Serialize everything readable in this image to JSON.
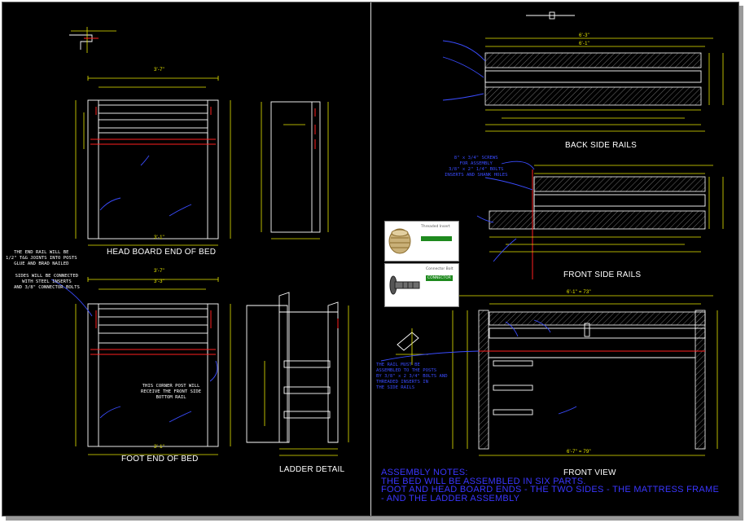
{
  "left_pane": {
    "head_board_caption": "HEAD BOARD END OF BED",
    "foot_end_caption": "FOOT END OF BED",
    "ladder_caption": "LADDER DETAIL",
    "note_end_rail": "THE END RAIL WILL BE\n1/2\" T&G JOINTS INTO POSTS\nGLUE AND BRAD NAILED",
    "note_sides": "SIDES WILL BE CONNECTED\nWITH STEEL INSERTS\nAND 3/8\" CONNECTOR BOLTS",
    "note_corner_post": "THIS CORNER POST WILL\nRECEIVE THE FRONT SIDE\nBOTTOM RAIL",
    "dim_width": "3'-7\"",
    "dim_inner": "3'-3\"",
    "dim_bottom": "3'-1\""
  },
  "right_pane": {
    "back_rails_caption": "BACK SIDE RAILS",
    "front_rails_caption": "FRONT SIDE RAILS",
    "front_view_caption": "FRONT VIEW",
    "note_screws": "8\" x 3/4\" SCREWS\nFOR ASSEMBLY\n3/8\" x 2\" 1/4\" BOLTS\nINSERTS AND SHANK HOLES",
    "note_rung": "THE RAIL MUST BE\nASSEMBLED TO THE POSTS\nBY 3/8\" x 2 3/4\" BOLTS AND\nTHREADED INSERTS IN\nTHE SIDE RAILS",
    "dim_back_top": "6'-3\"",
    "dim_back_mid": "6'-1\"",
    "dim_front_view": "6'-1\" = 73\"",
    "dim_front_bottom": "6'-7\" = 79\"",
    "photo_insert_label": "Threaded Insert",
    "photo_bolt_label": "Connector Bolt",
    "photo_bolt_button": "CONNECTOR"
  },
  "assembly_notes": {
    "line1": "ASSEMBLY NOTES:",
    "line2": "THE BED WILL BE ASSEMBLED IN SIX PARTS.",
    "line3": "FOOT AND HEAD BOARD ENDS  -  THE TWO SIDES  -  THE MATTRESS FRAME",
    "line4": "-  AND THE LADDER ASSEMBLY"
  },
  "colors": {
    "background": "#000000",
    "dimension": "#e8e800",
    "geometry": "#ffffff",
    "bolts": "#ff2020",
    "leaders": "#3a4cff"
  }
}
